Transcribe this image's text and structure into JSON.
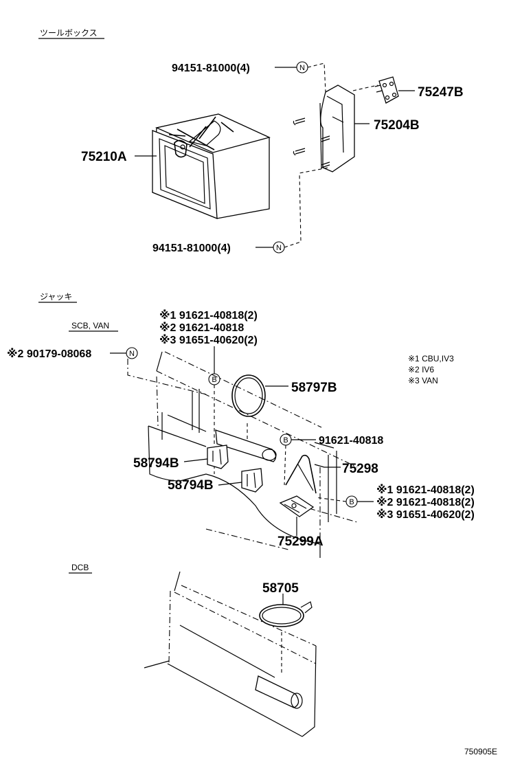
{
  "sections": {
    "toolbox": "ツールボックス",
    "jack": "ジャッキ",
    "scb_van": "SCB, VAN",
    "dcb": "DCB"
  },
  "parts": {
    "nut_top": "94151-81000(4)",
    "nut_bottom": "94151-81000(4)",
    "p75247b": "75247B",
    "p75204b": "75204B",
    "p75210a": "75210A",
    "jack_b1_l1": "※1 91621-40818(2)",
    "jack_b1_l2": "※2 91621-40818",
    "jack_b1_l3": "※3 91651-40620(2)",
    "nut_90179": "※2 90179-08068",
    "p58797b": "58797B",
    "p91621": "91621-40818",
    "p58794b_1": "58794B",
    "p58794b_2": "58794B",
    "p75298": "75298",
    "jack_b2_l1": "※1 91621-40818(2)",
    "jack_b2_l2": "※2 91621-40818(2)",
    "jack_b2_l3": "※3 91651-40620(2)",
    "p75299a": "75299A",
    "p58705": "58705"
  },
  "legend": {
    "l1": "※1 CBU,IV3",
    "l2": "※2 IV6",
    "l3": "※3 VAN"
  },
  "callouts": {
    "n": "N",
    "b": "B"
  },
  "figure_code": "750905E"
}
